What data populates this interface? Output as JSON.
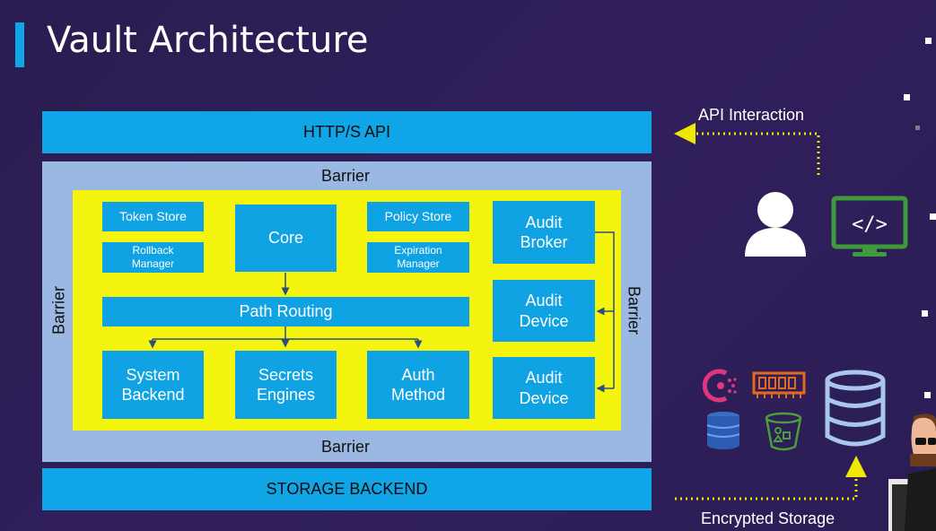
{
  "header": {
    "title": "Vault Architecture"
  },
  "diagram": {
    "api_bar": "HTTP/S API",
    "storage_bar": "STORAGE BACKEND",
    "barrier_label": "Barrier",
    "blocks": {
      "token_store": "Token Store",
      "rollback_manager": "Rollback Manager",
      "core": "Core",
      "policy_store": "Policy Store",
      "expiration_manager": "Expiration Manager",
      "audit_broker": "Audit Broker",
      "path_routing": "Path Routing",
      "audit_device_1": "Audit Device",
      "audit_device_2": "Audit Device",
      "system_backend": "System Backend",
      "secrets_engines": "Secrets Engines",
      "auth_method": "Auth Method"
    }
  },
  "right_panel": {
    "api_interaction": "API Interaction",
    "encrypted_storage": "Encrypted Storage",
    "icons": [
      "user-icon",
      "code-monitor-icon",
      "consul-icon",
      "memory-icon",
      "dynamodb-icon",
      "s3-bucket-icon",
      "database-icon",
      "presenter-avatar"
    ]
  },
  "colors": {
    "accent": "#10a5e6",
    "highlight": "#f4f40e",
    "barrier": "#9ab8e2",
    "arrow": "#f0e800",
    "background": "#2d1f55"
  }
}
